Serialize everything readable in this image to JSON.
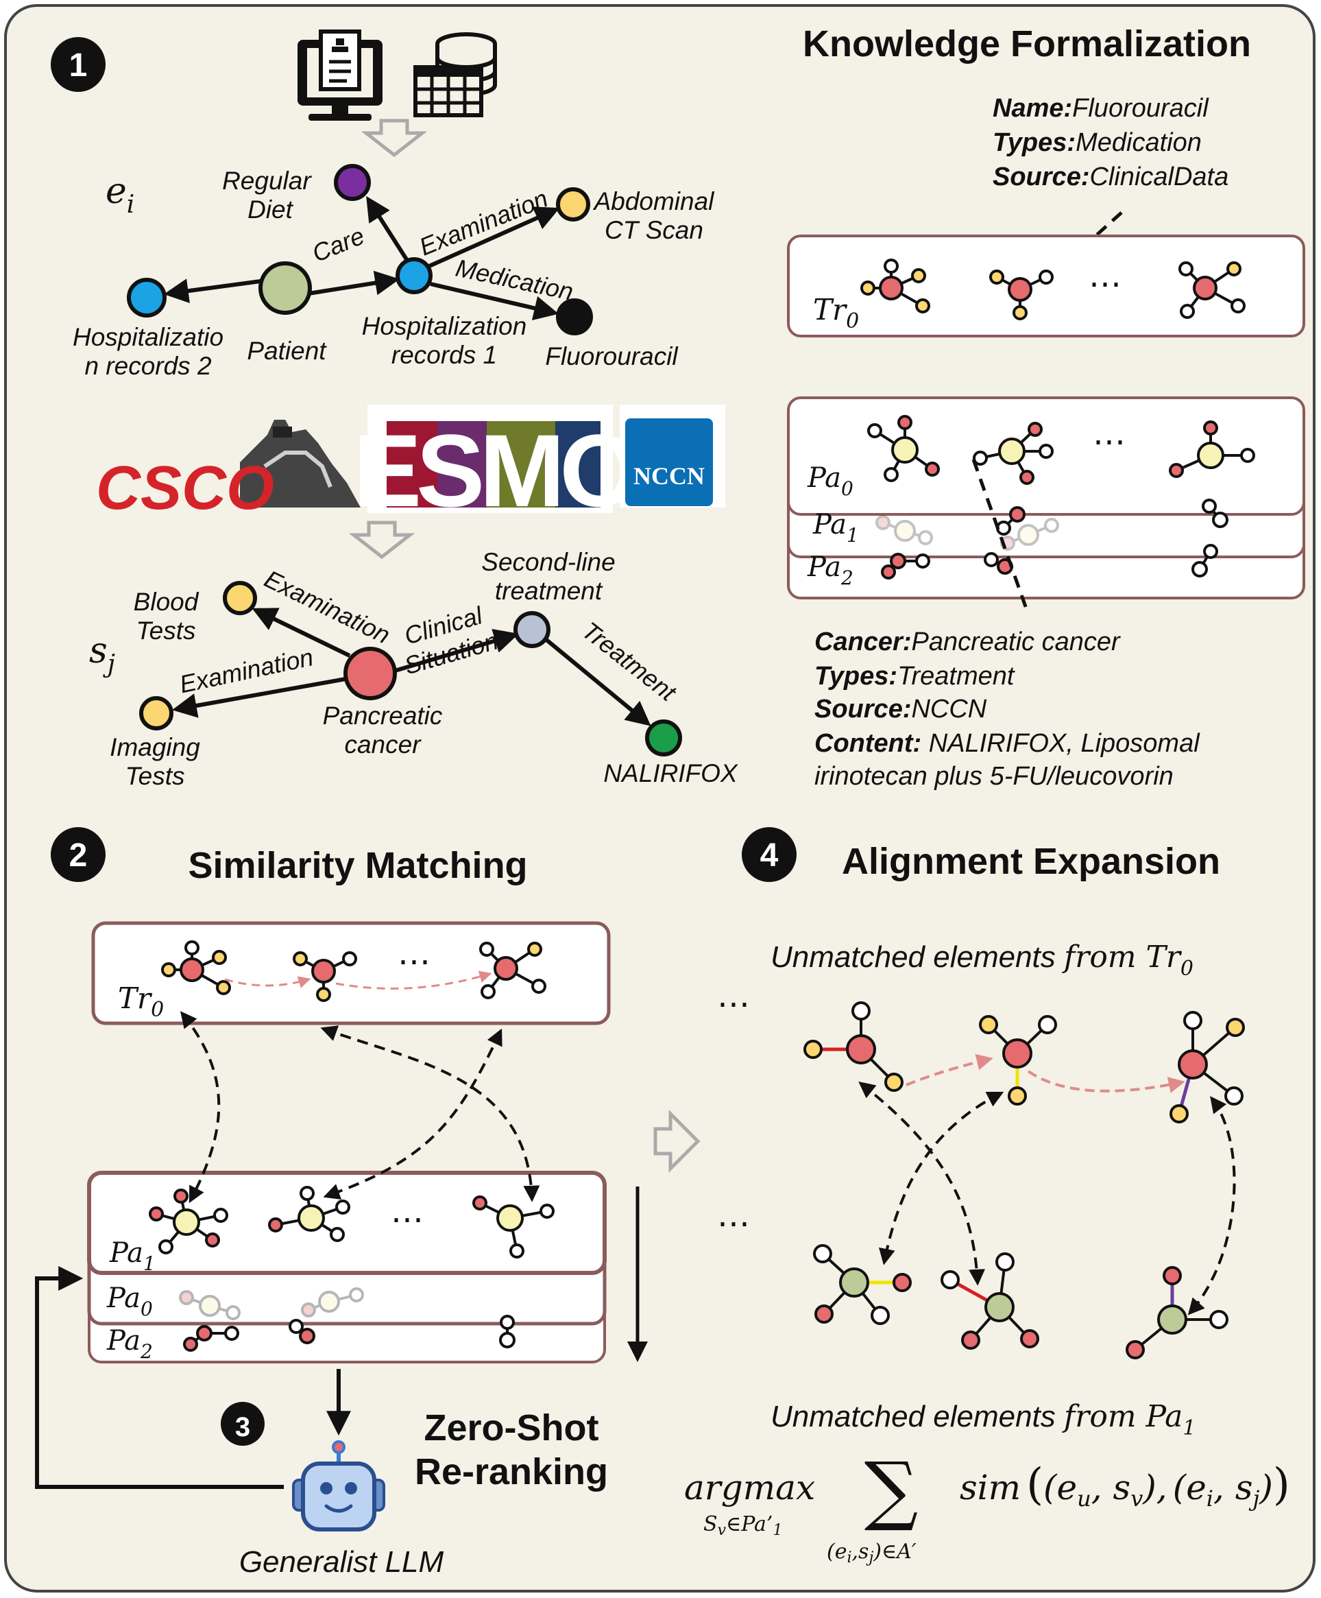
{
  "section1": {
    "number": "1",
    "title": "Knowledge Formalization",
    "ei_base": "e",
    "ei_sub": "i",
    "sj_base": "s",
    "sj_sub": "j",
    "clinical_graph": {
      "nodes": {
        "regular_diet": "Regular Diet",
        "abdominal_ct": "Abdominal CT Scan",
        "hosp_records_2": "Hospitalization records 2",
        "patient": "Patient",
        "hosp_records_1": "Hospitalization records 1",
        "fluorouracil": "Fluorouracil"
      },
      "edges": {
        "care": "Care",
        "examination": "Examination",
        "medication": "Medication"
      }
    },
    "guideline_logos": [
      "CSCO",
      "ESMO",
      "NCCN"
    ],
    "guideline_graph": {
      "nodes": {
        "blood_tests": "Blood Tests",
        "imaging_tests": "Imaging Tests",
        "pancreatic_cancer": "Pancreatic cancer",
        "second_line": "Second-line treatment",
        "nalirifox": "NALIRIFOX"
      },
      "edges": {
        "examination_1": "Examination",
        "examination_2": "Examination",
        "clinical_situation": "Clinical Situation",
        "treatment": "Treatment"
      }
    },
    "entity_meta": {
      "name_key": "Name:",
      "name_val": "Fluorouracil",
      "types_key": "Types:",
      "types_val": "Medication",
      "source_key": "Source:",
      "source_val": "ClinicalData"
    },
    "tr_label": "Tr",
    "tr_sub": "0",
    "pa_labels": [
      {
        "base": "Pa",
        "sub": "0"
      },
      {
        "base": "Pa",
        "sub": "1"
      },
      {
        "base": "Pa",
        "sub": "2"
      }
    ],
    "ellipsis": "⋯",
    "guideline_meta": {
      "cancer_key": "Cancer:",
      "cancer_val": "Pancreatic cancer",
      "types_key": "Types:",
      "types_val": "Treatment",
      "source_key": "Source:",
      "source_val": "NCCN",
      "content_key": "Content:",
      "content_val_1": " NALIRIFOX, Liposomal",
      "content_val_2": "irinotecan plus 5-FU/leucovorin"
    }
  },
  "section2": {
    "number": "2",
    "title": "Similarity Matching",
    "tr_label": "Tr",
    "tr_sub": "0",
    "pa_labels": [
      {
        "base": "Pa",
        "sub": "1"
      },
      {
        "base": "Pa",
        "sub": "0"
      },
      {
        "base": "Pa",
        "sub": "2"
      }
    ],
    "ellipsis": "⋯"
  },
  "section3": {
    "number": "3",
    "title_line1": "Zero-Shot",
    "title_line2": "Re-ranking",
    "llm_label": "Generalist LLM"
  },
  "section4": {
    "number": "4",
    "title": "Alignment Expansion",
    "unmatched_top_text": "Unmatched elements ",
    "unmatched_top_from": "from Tr",
    "unmatched_top_sub": "0",
    "unmatched_bottom_text": "Unmatched elements ",
    "unmatched_bottom_from": "from Pa",
    "unmatched_bottom_sub": "1",
    "ellipsis": "⋯",
    "formula": {
      "argmax": "argmax",
      "argmax_sub": "S",
      "argmax_sub2": "v",
      "argmax_sub3": "∈Pa’",
      "argmax_sub4": "1",
      "sum": "∑",
      "sum_sub": "(e",
      "sum_sub_i": "i",
      "sum_sub_mid": ",s",
      "sum_sub_j": "j",
      "sum_sub_end": ")∈A′",
      "sim": "sim",
      "paren_open": "(",
      "pair1_open": "(e",
      "pair1_u": "u",
      "pair1_mid": ", s",
      "pair1_v": "v",
      "pair1_close": "),",
      "pair2_open": "(e",
      "pair2_i": "i",
      "pair2_mid": ", s",
      "pair2_j": "j",
      "pair2_close": ")",
      "paren_close": ")"
    }
  },
  "colors": {
    "background": "#f4f1e6",
    "node_blue": "#1ba3e6",
    "node_purple": "#7a2ea0",
    "node_yellow": "#fbd671",
    "node_red_pink": "#e66b6e",
    "node_olive": "#bccb97",
    "node_grey": "#b8c2d6",
    "node_green": "#1a9e48",
    "node_black": "#111111",
    "node_pale_yellow": "#f7f3b6",
    "esmo_red": "#9e1732",
    "esmo_purple": "#6a2c6c",
    "esmo_olive": "#6f7a2a",
    "esmo_navy": "#1f3c6a",
    "nccn_blue": "#0a6fb5",
    "csco_red": "#d5232a",
    "edge_red": "#d62020",
    "edge_yellow": "#f1e200",
    "edge_purple": "#6a3ea0",
    "dashed_pink": "#e08a8a",
    "robot_blue": "#3a7bd5"
  }
}
